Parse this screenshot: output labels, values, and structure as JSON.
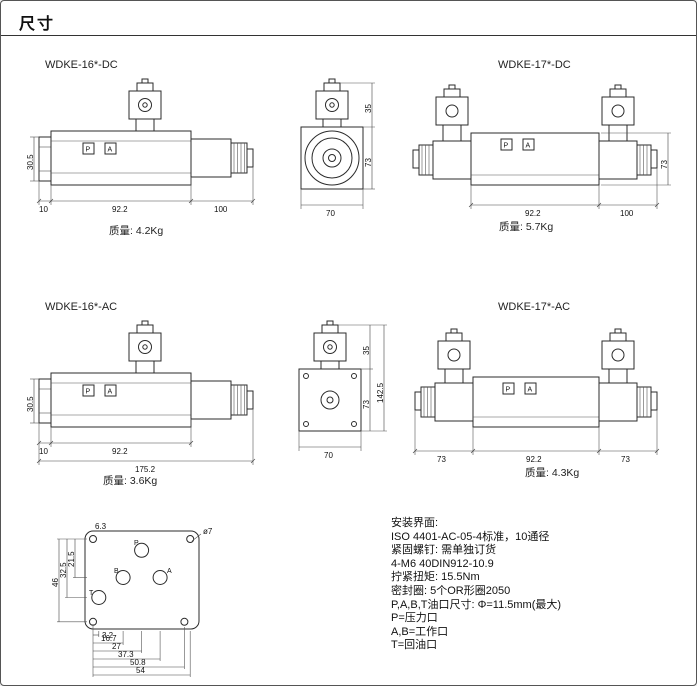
{
  "page": {
    "title": "尺寸"
  },
  "drawings": {
    "dc16": {
      "label": "WDKE-16*-DC",
      "weight": "质量: 4.2Kg",
      "dim_height": "30.5",
      "dim_left": "10",
      "dim_body": "92.2",
      "dim_sol": "100",
      "port_p": "P",
      "port_a": "A"
    },
    "dc17": {
      "label": "WDKE-17*-DC",
      "weight": "质量: 5.7Kg",
      "dim_width": "70",
      "dim_conn": "35",
      "dim_body_h": "73",
      "dim_body": "92.2",
      "dim_sol": "100",
      "dim_side_h": "73",
      "port_p": "P",
      "port_a": "A"
    },
    "ac16": {
      "label": "WDKE-16*-AC",
      "weight": "质量: 3.6Kg",
      "dim_height": "30.5",
      "dim_left": "10",
      "dim_body": "92.2",
      "dim_total": "175.2",
      "port_p": "P",
      "port_a": "A"
    },
    "ac17": {
      "label": "WDKE-17*-AC",
      "weight": "质量: 4.3Kg",
      "dim_width": "70",
      "dim_conn": "35",
      "dim_body_h": "73",
      "dim_total_h": "142.5",
      "dim_sol_l": "73",
      "dim_body": "92.2",
      "dim_sol_r": "73",
      "port_p": "P",
      "port_a": "A"
    }
  },
  "mounting": {
    "phi_callout": "ø7",
    "dim_top": "6.3",
    "left_dims": [
      "21.5",
      "32.5",
      "46"
    ],
    "bottom_dims": [
      "3.2",
      "16.7",
      "27",
      "37.3",
      "50.8",
      "54"
    ],
    "ports": {
      "p": "P",
      "a": "A",
      "b": "B",
      "t": "T"
    }
  },
  "notes": {
    "lines": [
      "安装界面:",
      "ISO 4401-AC-05-4标准，10通径",
      "紧固螺钉: 需单独订货",
      "4-M6 40DIN912-10.9",
      "拧紧扭矩: 15.5Nm",
      "密封圈: 5个OR形圈2050",
      "P,A,B,T油口尺寸: Φ=11.5mm(最大)",
      "P=压力口",
      "A,B=工作口",
      "T=回油口"
    ]
  }
}
